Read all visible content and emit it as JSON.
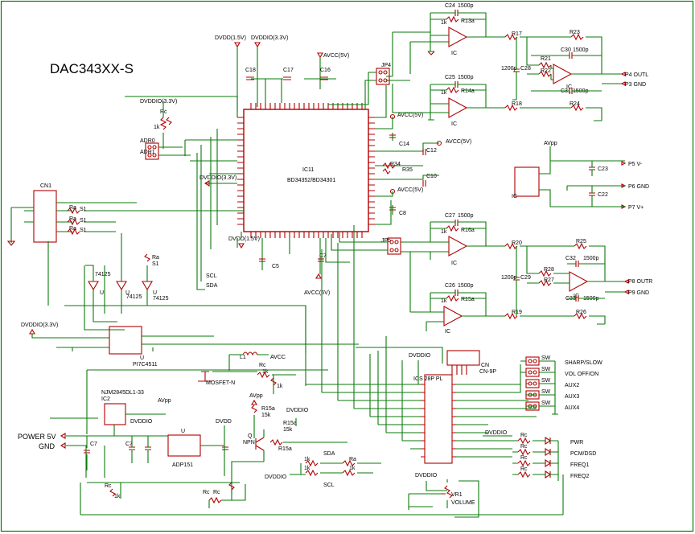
{
  "title": "DAC343XX-S",
  "main_ic": {
    "ref": "IC11",
    "part": "BD34352/BD34301"
  },
  "nets": {
    "dvdd_1v5": "DVDD(1.5V)",
    "dvddio_3v3": "DVDDIO(3.3V)",
    "avcc_5v": "AVCC(5V)",
    "scl": "SCL",
    "sda": "SDA",
    "avcc": "AVCC",
    "avpp": "AVpp",
    "dvddio": "DVDDIO",
    "dvdd": "DVDD"
  },
  "connectors": {
    "cn1": "CN1",
    "cn": "CN",
    "cn_part": "CN-9P",
    "ics": "ICS 28P PL",
    "sel": "ADR0",
    "sel2": "ADR1"
  },
  "outputs": [
    {
      "label": "P4 OUTL"
    },
    {
      "label": "P3 GND"
    },
    {
      "label": "P5 V-"
    },
    {
      "label": "P6 GND"
    },
    {
      "label": "P7 V+"
    },
    {
      "label": "P8 OUTR"
    },
    {
      "label": "P9 GND"
    }
  ],
  "switches": [
    {
      "sw": "SW",
      "label": "SHARP/SLOW"
    },
    {
      "sw": "SW",
      "label": "VOL OFF/ON"
    },
    {
      "sw": "SW",
      "label": "AUX2"
    },
    {
      "sw": "SW",
      "label": "AUX3"
    },
    {
      "sw": "SW",
      "label": "AUX4"
    }
  ],
  "leds": [
    {
      "label": "PWR"
    },
    {
      "label": "PCM/DSD"
    },
    {
      "label": "FREQ1"
    },
    {
      "label": "FREQ2"
    }
  ],
  "power": {
    "input": "POWER 5V",
    "gnd": "GND",
    "ic2_ref": "IC2",
    "ic2_part": "NJM2845DL1-33",
    "reg": "ADP151",
    "mosfet": "MOSFET-N",
    "npn": "NPN",
    "inductor": "L1"
  },
  "parts": {
    "buffer": "74125",
    "iso": "PI7C4511",
    "vr": "VR1",
    "volume": "VOLUME",
    "ic": "IC",
    "u": "U",
    "q": "Q",
    "cap_1500p": "1500p",
    "cap_1200p": "1200p",
    "res_1k": "1k",
    "res_15k": "15k"
  },
  "refs": {
    "c24": "C24",
    "c25": "C25",
    "c30": "C30",
    "c31": "C31",
    "c28": "C28",
    "c26": "C26",
    "c27": "C27",
    "c32": "C32",
    "c33": "C33",
    "c29": "C29",
    "c18": "C18",
    "c17": "C17",
    "c16": "C16",
    "c14": "C14",
    "c12": "C12",
    "c10": "C10",
    "c8": "C8",
    "c7": "C7",
    "c5": "C5",
    "c23": "C23",
    "c22": "C22",
    "r17": "R17",
    "r18": "R18",
    "r23": "R23",
    "r24": "R24",
    "r21": "R21",
    "r22": "R22",
    "r13a": "R13a",
    "r14a": "R14a",
    "r15a": "R15a",
    "r16a": "R16a",
    "r19": "R19",
    "r20": "R20",
    "r25": "R25",
    "r26": "R26",
    "r27": "R27",
    "r28": "R28",
    "r34": "R34",
    "r35": "R35",
    "jp4": "JP4",
    "jp5": "JP5",
    "ra": "Ra",
    "rc": "Rc",
    "s1": "S1",
    "r15a_b": "R15a",
    "r15a_c": "R15a"
  }
}
